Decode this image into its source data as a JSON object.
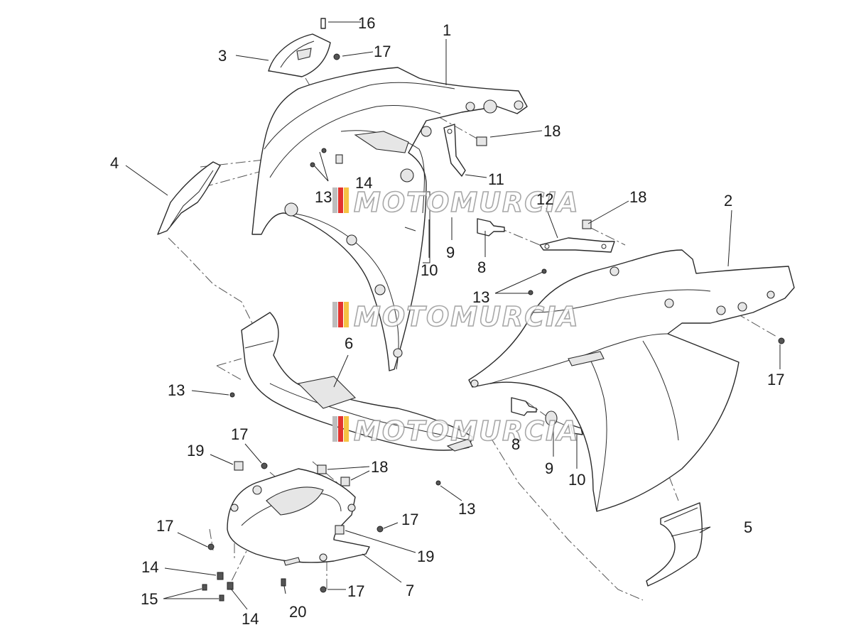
{
  "watermark": {
    "text": "MOTOMURCIA",
    "stripe_colors": [
      "#e3342f",
      "#f6c344",
      "#38a169",
      "#e3342f"
    ]
  },
  "callouts": {
    "c1": "1",
    "c2": "2",
    "c3": "3",
    "c4": "4",
    "c5": "5",
    "c6": "6",
    "c7": "7",
    "c8a": "8",
    "c8b": "8",
    "c9a": "9",
    "c9b": "9",
    "c10a": "10",
    "c10b": "10",
    "c11": "11",
    "c12": "12",
    "c13a": "13",
    "c13b": "13",
    "c13c": "13",
    "c13d": "13",
    "c14a": "14",
    "c14b": "14",
    "c14c": "14",
    "c15": "15",
    "c16": "16",
    "c17a": "17",
    "c17b": "17",
    "c17c": "17",
    "c17d": "17",
    "c17e": "17",
    "c17f": "17",
    "c18a": "18",
    "c18b": "18",
    "c18c": "18",
    "c19a": "19",
    "c19b": "19",
    "c20": "20"
  }
}
